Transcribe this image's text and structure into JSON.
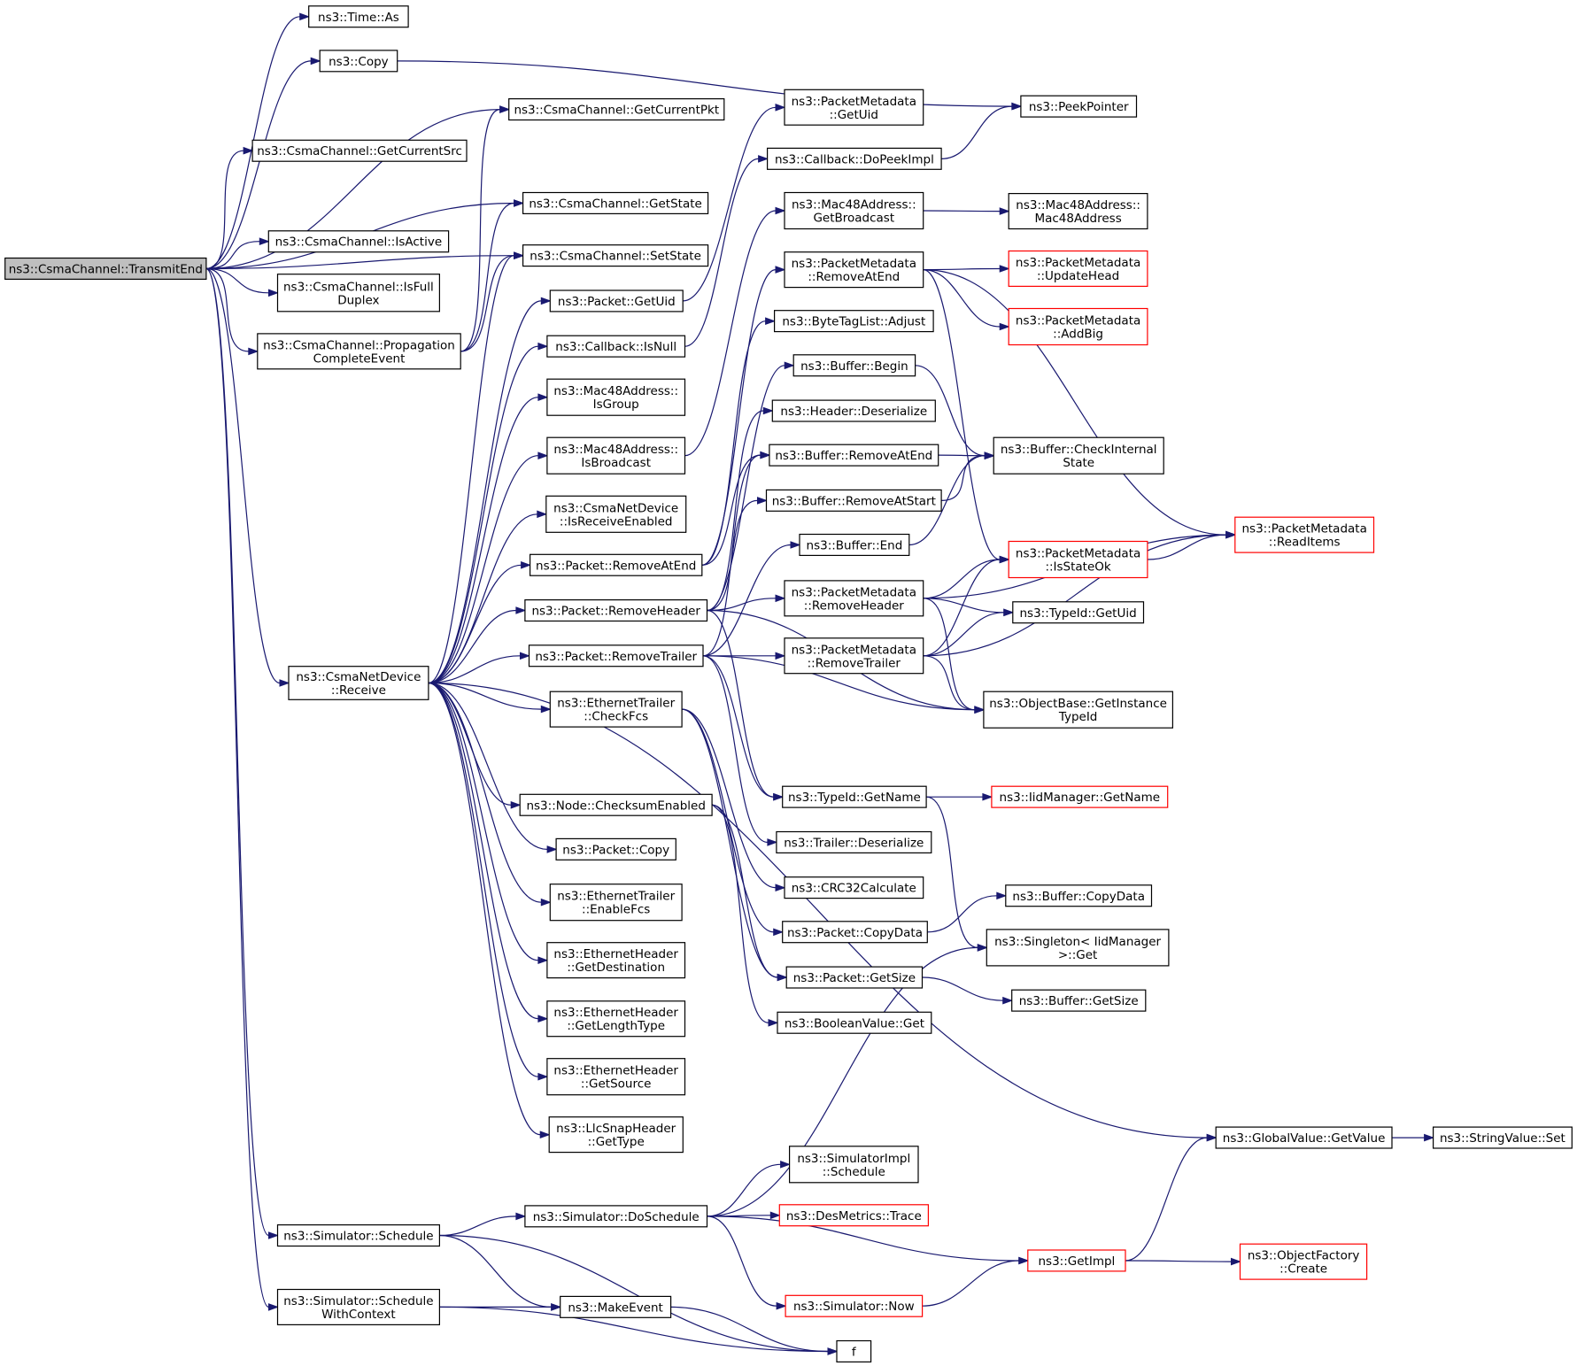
{
  "nodes": [
    {
      "id": "root",
      "lines": [
        "ns3::CsmaChannel::TransmitEnd"
      ],
      "kind": "root"
    },
    {
      "id": "timeAs",
      "lines": [
        "ns3::Time::As"
      ]
    },
    {
      "id": "copy",
      "lines": [
        "ns3::Copy"
      ]
    },
    {
      "id": "getCurrentPkt",
      "lines": [
        "ns3::CsmaChannel::GetCurrentPkt"
      ]
    },
    {
      "id": "getCurrentSrc",
      "lines": [
        "ns3::CsmaChannel::GetCurrentSrc"
      ]
    },
    {
      "id": "getState",
      "lines": [
        "ns3::CsmaChannel::GetState"
      ]
    },
    {
      "id": "isActive",
      "lines": [
        "ns3::CsmaChannel::IsActive"
      ]
    },
    {
      "id": "setState",
      "lines": [
        "ns3::CsmaChannel::SetState"
      ]
    },
    {
      "id": "isFullDuplex",
      "lines": [
        "ns3::CsmaChannel::IsFull",
        "Duplex"
      ]
    },
    {
      "id": "propEvent",
      "lines": [
        "ns3::CsmaChannel::Propagation",
        "CompleteEvent"
      ]
    },
    {
      "id": "receive",
      "lines": [
        "ns3::CsmaNetDevice",
        "::Receive"
      ]
    },
    {
      "id": "schedule",
      "lines": [
        "ns3::Simulator::Schedule"
      ]
    },
    {
      "id": "scheduleCtx",
      "lines": [
        "ns3::Simulator::Schedule",
        "WithContext"
      ]
    },
    {
      "id": "pktGetUid",
      "lines": [
        "ns3::Packet::GetUid"
      ]
    },
    {
      "id": "cbIsNull",
      "lines": [
        "ns3::Callback::IsNull"
      ]
    },
    {
      "id": "isGroup",
      "lines": [
        "ns3::Mac48Address::",
        "IsGroup"
      ]
    },
    {
      "id": "isBroadcast",
      "lines": [
        "ns3::Mac48Address::",
        "IsBroadcast"
      ]
    },
    {
      "id": "isRecvEnabled",
      "lines": [
        "ns3::CsmaNetDevice",
        "::IsReceiveEnabled"
      ]
    },
    {
      "id": "pktRemoveAtEnd",
      "lines": [
        "ns3::Packet::RemoveAtEnd"
      ]
    },
    {
      "id": "pktRemoveHeader",
      "lines": [
        "ns3::Packet::RemoveHeader"
      ]
    },
    {
      "id": "pktRemoveTrailer",
      "lines": [
        "ns3::Packet::RemoveTrailer"
      ]
    },
    {
      "id": "checkFcs",
      "lines": [
        "ns3::EthernetTrailer",
        "::CheckFcs"
      ]
    },
    {
      "id": "checksumEnabled",
      "lines": [
        "ns3::Node::ChecksumEnabled"
      ]
    },
    {
      "id": "pktCopy",
      "lines": [
        "ns3::Packet::Copy"
      ]
    },
    {
      "id": "enableFcs",
      "lines": [
        "ns3::EthernetTrailer",
        "::EnableFcs"
      ]
    },
    {
      "id": "getDest",
      "lines": [
        "ns3::EthernetHeader",
        "::GetDestination"
      ]
    },
    {
      "id": "getLenType",
      "lines": [
        "ns3::EthernetHeader",
        "::GetLengthType"
      ]
    },
    {
      "id": "getSource",
      "lines": [
        "ns3::EthernetHeader",
        "::GetSource"
      ]
    },
    {
      "id": "llcGetType",
      "lines": [
        "ns3::LlcSnapHeader",
        "::GetType"
      ]
    },
    {
      "id": "doSchedule",
      "lines": [
        "ns3::Simulator::DoSchedule"
      ]
    },
    {
      "id": "makeEvent",
      "lines": [
        "ns3::MakeEvent"
      ]
    },
    {
      "id": "f",
      "lines": [
        "f"
      ]
    },
    {
      "id": "pmGetUid",
      "lines": [
        "ns3::PacketMetadata",
        "::GetUid"
      ]
    },
    {
      "id": "cbDoPeekImpl",
      "lines": [
        "ns3::Callback::DoPeekImpl"
      ]
    },
    {
      "id": "getBroadcast",
      "lines": [
        "ns3::Mac48Address::",
        "GetBroadcast"
      ]
    },
    {
      "id": "pmRemoveAtEnd",
      "lines": [
        "ns3::PacketMetadata",
        "::RemoveAtEnd"
      ]
    },
    {
      "id": "btlAdjust",
      "lines": [
        "ns3::ByteTagList::Adjust"
      ]
    },
    {
      "id": "bufBegin",
      "lines": [
        "ns3::Buffer::Begin"
      ]
    },
    {
      "id": "hdrDeserialize",
      "lines": [
        "ns3::Header::Deserialize"
      ]
    },
    {
      "id": "bufRemoveAtEnd",
      "lines": [
        "ns3::Buffer::RemoveAtEnd"
      ]
    },
    {
      "id": "bufRemoveAtStart",
      "lines": [
        "ns3::Buffer::RemoveAtStart"
      ]
    },
    {
      "id": "bufEnd",
      "lines": [
        "ns3::Buffer::End"
      ]
    },
    {
      "id": "pmRemoveHeader",
      "lines": [
        "ns3::PacketMetadata",
        "::RemoveHeader"
      ]
    },
    {
      "id": "pmRemoveTrailer",
      "lines": [
        "ns3::PacketMetadata",
        "::RemoveTrailer"
      ]
    },
    {
      "id": "tidGetName",
      "lines": [
        "ns3::TypeId::GetName"
      ]
    },
    {
      "id": "trlDeserialize",
      "lines": [
        "ns3::Trailer::Deserialize"
      ]
    },
    {
      "id": "crc32",
      "lines": [
        "ns3::CRC32Calculate"
      ]
    },
    {
      "id": "pktCopyData",
      "lines": [
        "ns3::Packet::CopyData"
      ]
    },
    {
      "id": "pktGetSize",
      "lines": [
        "ns3::Packet::GetSize"
      ]
    },
    {
      "id": "boolGet",
      "lines": [
        "ns3::BooleanValue::Get"
      ]
    },
    {
      "id": "simImplSchedule",
      "lines": [
        "ns3::SimulatorImpl",
        "::Schedule"
      ]
    },
    {
      "id": "desTrace",
      "lines": [
        "ns3::DesMetrics::Trace"
      ],
      "kind": "trunc"
    },
    {
      "id": "simNow",
      "lines": [
        "ns3::Simulator::Now"
      ],
      "kind": "trunc"
    },
    {
      "id": "peekPointer",
      "lines": [
        "ns3::PeekPointer"
      ]
    },
    {
      "id": "mac48ctor",
      "lines": [
        "ns3::Mac48Address::",
        "Mac48Address"
      ]
    },
    {
      "id": "pmUpdateHead",
      "lines": [
        "ns3::PacketMetadata",
        "::UpdateHead"
      ],
      "kind": "trunc"
    },
    {
      "id": "pmAddBig",
      "lines": [
        "ns3::PacketMetadata",
        "::AddBig"
      ],
      "kind": "trunc"
    },
    {
      "id": "bufCheckInternal",
      "lines": [
        "ns3::Buffer::CheckInternal",
        "State"
      ]
    },
    {
      "id": "pmIsStateOk",
      "lines": [
        "ns3::PacketMetadata",
        "::IsStateOk"
      ],
      "kind": "trunc"
    },
    {
      "id": "tidGetUid",
      "lines": [
        "ns3::TypeId::GetUid"
      ]
    },
    {
      "id": "getInstanceTypeId",
      "lines": [
        "ns3::ObjectBase::GetInstance",
        "TypeId"
      ]
    },
    {
      "id": "iidGetName",
      "lines": [
        "ns3::IidManager::GetName"
      ],
      "kind": "trunc"
    },
    {
      "id": "bufCopyData",
      "lines": [
        "ns3::Buffer::CopyData"
      ]
    },
    {
      "id": "singletonGet",
      "lines": [
        "ns3::Singleton< IidManager",
        ">::Get"
      ]
    },
    {
      "id": "bufGetSize",
      "lines": [
        "ns3::Buffer::GetSize"
      ]
    },
    {
      "id": "pmReadItems",
      "lines": [
        "ns3::PacketMetadata",
        "::ReadItems"
      ],
      "kind": "trunc"
    },
    {
      "id": "gvGetValue",
      "lines": [
        "ns3::GlobalValue::GetValue"
      ]
    },
    {
      "id": "svSet",
      "lines": [
        "ns3::StringValue::Set"
      ]
    },
    {
      "id": "getImpl",
      "lines": [
        "ns3::GetImpl"
      ],
      "kind": "trunc"
    },
    {
      "id": "ofCreate",
      "lines": [
        "ns3::ObjectFactory",
        "::Create"
      ],
      "kind": "trunc"
    }
  ]
}
